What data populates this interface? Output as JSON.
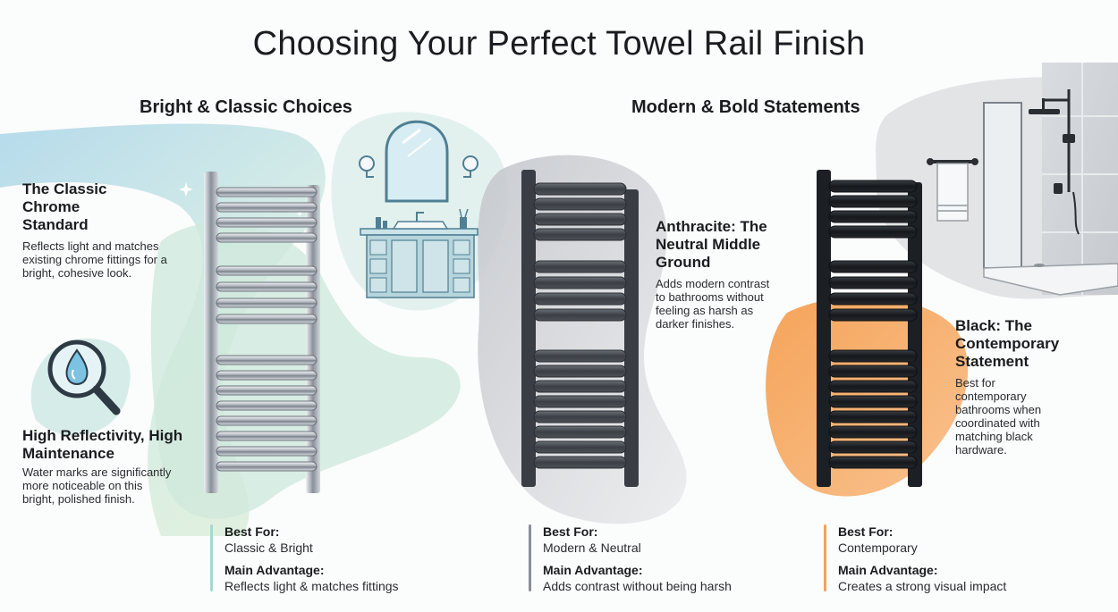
{
  "title": "Choosing Your Perfect Towel Rail Finish",
  "sections": {
    "left": "Bright & Classic Choices",
    "right": "Modern & Bold Statements"
  },
  "cards": {
    "chrome": {
      "heading": "The Classic Chrome Standard",
      "body": "Reflects light and matches existing chrome fittings for a bright, cohesive look."
    },
    "reflectivity": {
      "heading": "High Reflectivity, High Maintenance",
      "body": "Water marks are significantly more noticeable on this bright, polished finish."
    },
    "anthracite": {
      "heading": "Anthracite: The Neutral Middle Ground",
      "body": "Adds modern contrast to bathrooms without feeling as harsh as darker finishes."
    },
    "black": {
      "heading": "Black: The Contemporary Statement",
      "body": "Best for contemporary bathrooms when coordinated with matching black hardware."
    }
  },
  "info": [
    {
      "best_for_label": "Best For:",
      "best_for_value": "Classic & Bright",
      "advantage_label": "Main Advantage:",
      "advantage_value": "Reflects light & matches fittings",
      "accent": "#a9d7d2"
    },
    {
      "best_for_label": "Best For:",
      "best_for_value": "Modern & Neutral",
      "advantage_label": "Main Advantage:",
      "advantage_value": "Adds contrast without being harsh",
      "accent": "#8b9097"
    },
    {
      "best_for_label": "Best For:",
      "best_for_value": "Contemporary",
      "advantage_label": "Main Advantage:",
      "advantage_value": "Creates a strong visual impact",
      "accent": "#f4a35c"
    }
  ],
  "icons": [
    "water-drop-magnifier-icon",
    "sparkle-icon"
  ],
  "colors": {
    "chrome_accent": "#a9d7d2",
    "anthracite": "#3e4248",
    "black": "#1e2125",
    "orange_accent": "#f4a35c"
  }
}
